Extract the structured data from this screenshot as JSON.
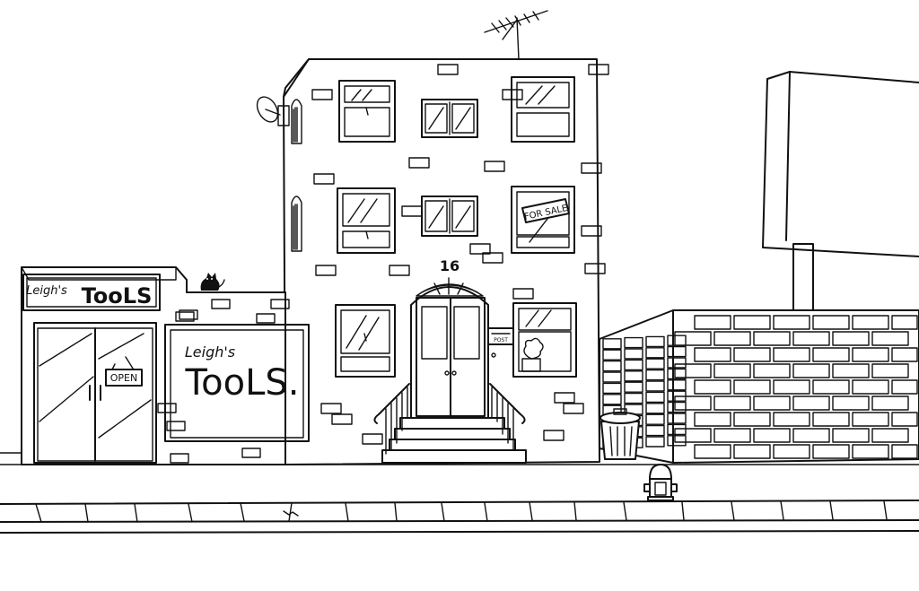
{
  "scene": {
    "shop_sign": {
      "script": "Leigh's",
      "main": "TooLS"
    },
    "shop_window": {
      "script": "Leigh's",
      "main": "TooLS."
    },
    "door_sign": "OPEN",
    "for_sale_sign": "FOR SALE",
    "house_number": "16",
    "mailbox_label": "POST"
  },
  "colors": {
    "ink": "#111111",
    "paper": "#ffffff"
  }
}
